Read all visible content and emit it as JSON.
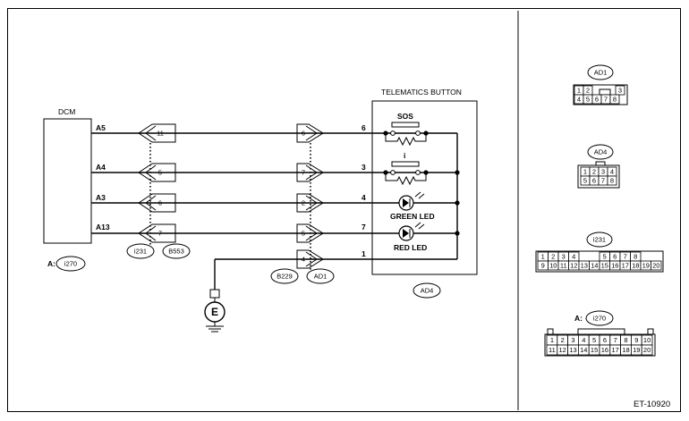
{
  "ecu": {
    "name": "DCM",
    "ref_prefix": "A:",
    "ref": "i270"
  },
  "dcm_pins": [
    "A5",
    "A4",
    "A3",
    "A13"
  ],
  "connectors": {
    "c1": "i231",
    "c2": "B553",
    "c3": "B229",
    "c4": "AD1"
  },
  "conn1_pins": [
    "11",
    "5",
    "6",
    "7"
  ],
  "conn2_pins": [
    "6",
    "7",
    "2",
    "5",
    "4"
  ],
  "module": {
    "title": "TELEMATICS BUTTON",
    "pins": [
      "6",
      "3",
      "4",
      "7",
      "1"
    ],
    "sos_label": "SOS",
    "i_label": "i",
    "green_led": "GREEN LED",
    "red_led": "RED LED",
    "conn": "AD4"
  },
  "ground_label": "E",
  "connector_views": {
    "ad1": {
      "name": "AD1",
      "rows": [
        [
          "1",
          "2",
          "",
          "3"
        ],
        [
          "4",
          "5",
          "6",
          "7",
          "8"
        ]
      ]
    },
    "ad4": {
      "name": "AD4",
      "rows": [
        [
          "1",
          "2",
          "3",
          "4"
        ],
        [
          "5",
          "6",
          "7",
          "8"
        ]
      ]
    },
    "i231": {
      "name": "i231",
      "rows": [
        [
          "1",
          "2",
          "3",
          "4",
          "",
          "",
          "5",
          "6",
          "7",
          "8"
        ],
        [
          "9",
          "10",
          "11",
          "12",
          "13",
          "14",
          "15",
          "16",
          "17",
          "18",
          "19",
          "20"
        ]
      ]
    },
    "i270": {
      "prefix": "A:",
      "name": "i270",
      "rows": [
        [
          "1",
          "2",
          "3",
          "4",
          "5",
          "6",
          "7",
          "8",
          "9",
          "10"
        ],
        [
          "11",
          "12",
          "13",
          "14",
          "15",
          "16",
          "17",
          "18",
          "19",
          "20"
        ]
      ]
    }
  },
  "code": "ET-10920"
}
